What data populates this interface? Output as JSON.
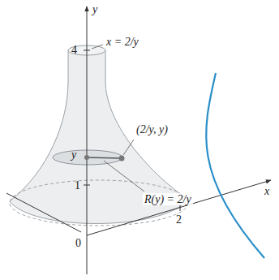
{
  "diagram": {
    "labels": [
      "y",
      "4",
      "x = 2/y",
      "(2/y, y)",
      "y",
      "1",
      "0",
      "2",
      "R(y) = 2/y",
      "x"
    ]
  }
}
